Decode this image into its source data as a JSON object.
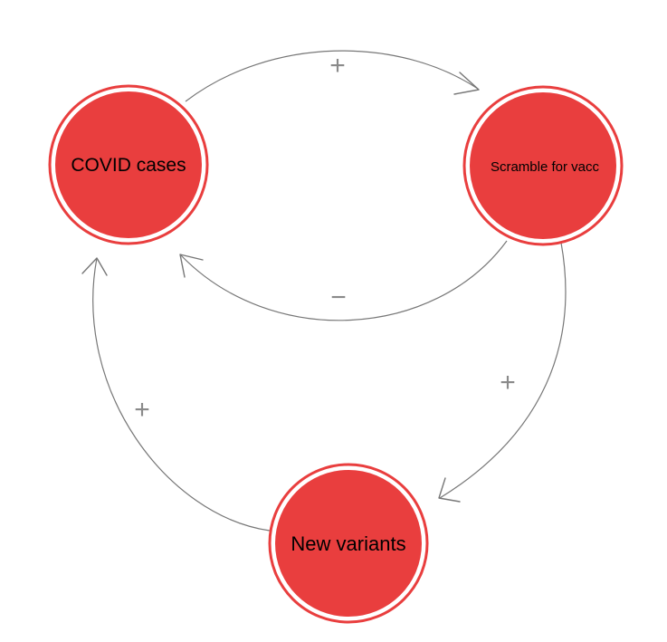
{
  "colors": {
    "node_fill": "#e93e3e",
    "node_ring": "#e93e3e",
    "node_gap": "#ffffff",
    "link": "#777777",
    "polarity": "#8a8a8a",
    "label": "#000000"
  },
  "nodes": [
    {
      "id": "covid-cases",
      "label": "COVID cases"
    },
    {
      "id": "scramble-for-vacc",
      "label": "Scramble for vacc"
    },
    {
      "id": "new-variants",
      "label": "New variants"
    }
  ],
  "links": [
    {
      "from": "covid-cases",
      "to": "scramble-for-vacc",
      "polarity": "+"
    },
    {
      "from": "scramble-for-vacc",
      "to": "covid-cases",
      "polarity": "−"
    },
    {
      "from": "scramble-for-vacc",
      "to": "new-variants",
      "polarity": "+"
    },
    {
      "from": "new-variants",
      "to": "covid-cases",
      "polarity": "+"
    }
  ]
}
